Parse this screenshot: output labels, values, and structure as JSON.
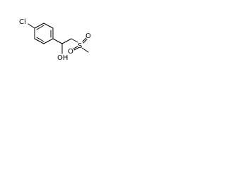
{
  "molecule": {
    "atoms": {
      "chlorine": "Cl",
      "hydroxyl": "OH",
      "sulfur": "S",
      "oxygen_a": "O",
      "oxygen_b": "O"
    }
  },
  "colors": {
    "bond": "#000000",
    "text": "#000000",
    "background": "#ffffff"
  }
}
